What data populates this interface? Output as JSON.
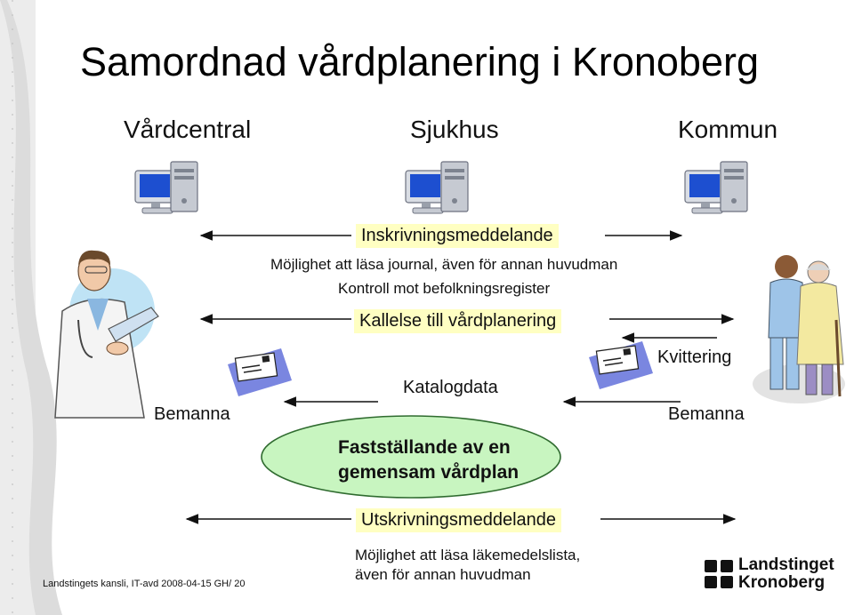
{
  "title": "Samordnad vårdplanering i Kronoberg",
  "columns": {
    "left": "Vårdcentral",
    "middle": "Sjukhus",
    "right": "Kommun"
  },
  "messages": {
    "admission": "Inskrivningsmeddelande",
    "journal_note": "Möjlighet att läsa journal, även för annan huvudman",
    "registry_note": "Kontroll mot befolkningsregister",
    "invitation": "Kallelse till vårdplanering",
    "receipt": "Kvittering",
    "catalog": "Katalogdata",
    "staff_left": "Bemanna",
    "staff_right": "Bemanna",
    "plan_line1": "Fastställande av en",
    "plan_line2": "gemensam vårdplan",
    "discharge": "Utskrivningsmeddelande",
    "medlist_line1": "Möjlighet att läsa läkemedelslista,",
    "medlist_line2": "även för annan huvudman"
  },
  "footer": "Landstingets kansli, IT-avd 2008-04-15 GH/ 20",
  "logo": {
    "line1": "Landstinget",
    "line2": "Kronoberg"
  },
  "colors": {
    "highlight": "#ffffc2",
    "ellipse_fill": "#c8f5c0",
    "ellipse_stroke": "#2f6b2f",
    "mail_blue": "#7a86e0"
  },
  "icons": [
    "computer-icon",
    "doctor-figure",
    "elderly-couple-figure",
    "email-icon",
    "logo-mark"
  ]
}
